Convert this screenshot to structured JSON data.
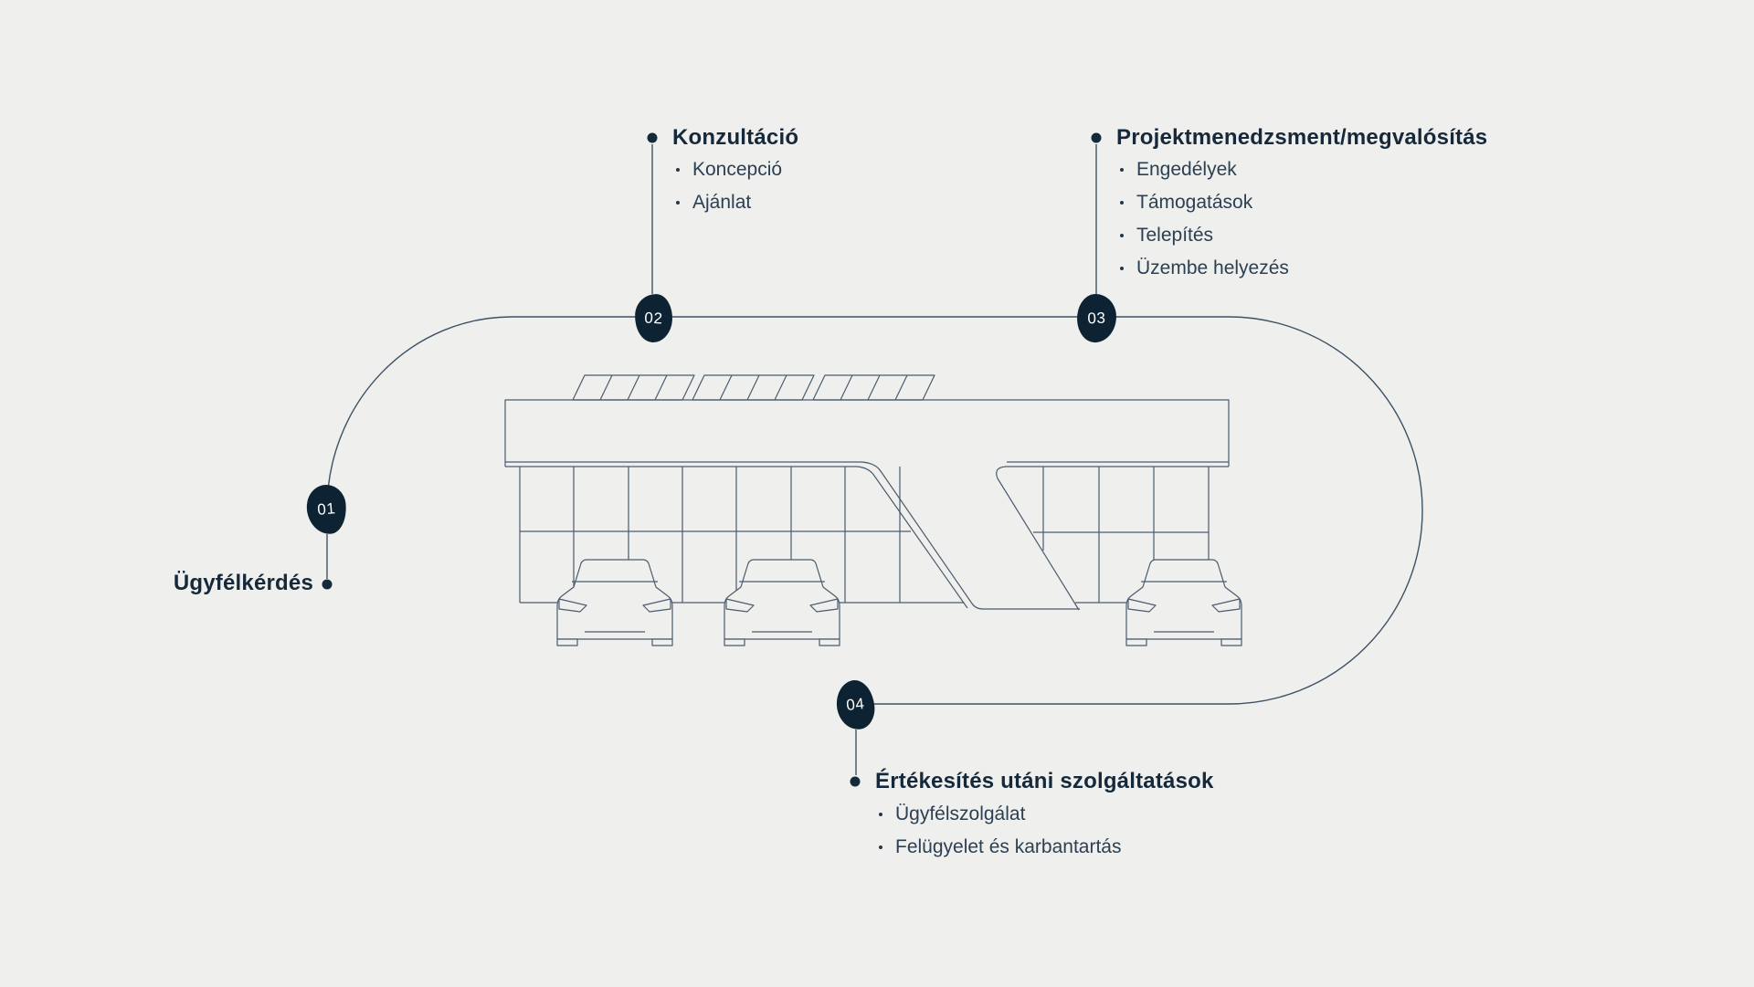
{
  "steps": [
    {
      "id": "01",
      "label": "Ügyfélkérdés",
      "items": []
    },
    {
      "id": "02",
      "label": "Konzultáció",
      "items": [
        "Koncepció",
        "Ajánlat"
      ]
    },
    {
      "id": "03",
      "label": "Projektmenedzsment/megvalósítás",
      "items": [
        "Engedélyek",
        "Támogatások",
        "Telepítés",
        "Üzembe helyezés"
      ]
    },
    {
      "id": "04",
      "label": "Értékesítés utáni szolgáltatások",
      "items": [
        "Ügyfélszolgálat",
        "Felügyelet és karbantartás"
      ]
    }
  ],
  "colors": {
    "background": "#efefee",
    "badge_fill": "#0d2334",
    "badge_text": "#ffffff",
    "loop_line": "#3d5164",
    "illustration_line": "#4a5c6e",
    "title_text": "#15293b",
    "bullet_text": "#2b4052"
  },
  "icons": {
    "illustration": "ev-station-with-solar-panels-and-three-cars"
  }
}
